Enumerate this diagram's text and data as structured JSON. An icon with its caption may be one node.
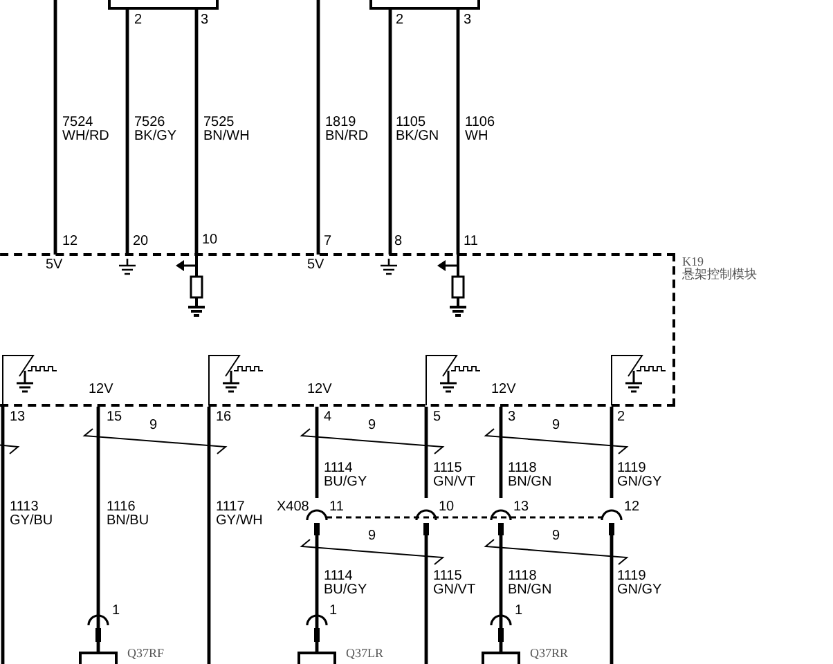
{
  "diagram": {
    "nodes": [
      {
        "text": [],
        "shape": "box"
      },
      {
        "text": [],
        "shape": "box"
      },
      {
        "text": [
          "K19",
          "悬架控制模块"
        ]
      },
      {
        "text": [
          "X408"
        ]
      },
      {
        "text": [
          "Q37RF"
        ]
      },
      {
        "text": [
          "Q37LR"
        ]
      },
      {
        "text": [
          "Q37RR"
        ]
      }
    ],
    "edges": [
      {
        "from": null,
        "to": 2,
        "arrow": "none",
        "label": "7524 WH/RD"
      },
      {
        "from": 0,
        "to": 2,
        "arrow": "none",
        "label": "7526 BK/GY"
      },
      {
        "from": 0,
        "to": 2,
        "arrow": "none",
        "label": "7525 BN/WH"
      },
      {
        "from": null,
        "to": 2,
        "arrow": "none",
        "label": "1819 BN/RD"
      },
      {
        "from": 1,
        "to": 2,
        "arrow": "none",
        "label": "1105 BK/GN"
      },
      {
        "from": 1,
        "to": 2,
        "arrow": "none",
        "label": "1106 WH"
      },
      {
        "from": 2,
        "to": null,
        "arrow": "none",
        "label": "1113 GY/BU"
      },
      {
        "from": 2,
        "to": 4,
        "arrow": "none",
        "label": "1116 BN/BU"
      },
      {
        "from": 2,
        "to": null,
        "arrow": "none",
        "label": "1117 GY/WH"
      },
      {
        "from": 2,
        "to": 3,
        "arrow": "none",
        "label": "1114 BU/GY"
      },
      {
        "from": 3,
        "to": 5,
        "arrow": "none",
        "label": "1114 BU/GY"
      },
      {
        "from": 2,
        "to": 3,
        "arrow": "none",
        "label": "1115 GN/VT"
      },
      {
        "from": 3,
        "to": null,
        "arrow": "none",
        "label": "1115 GN/VT"
      },
      {
        "from": 2,
        "to": 3,
        "arrow": "none",
        "label": "1118 BN/GN"
      },
      {
        "from": 3,
        "to": 6,
        "arrow": "none",
        "label": "1118 BN/GN"
      },
      {
        "from": 2,
        "to": 3,
        "arrow": "none",
        "label": "1119 GN/GY"
      },
      {
        "from": 3,
        "to": null,
        "arrow": "none",
        "label": "1119 GN/GY"
      }
    ],
    "labels": [
      "2",
      "3",
      "2",
      "3",
      "12",
      "20",
      "10",
      "7",
      "8",
      "11",
      "5V",
      "5V",
      "12V",
      "12V",
      "12V",
      "13",
      "15",
      "16",
      "4",
      "5",
      "3",
      "2",
      "9",
      "9",
      "9",
      "11",
      "10",
      "13",
      "12",
      "9",
      "9",
      "1",
      "1",
      "1"
    ]
  }
}
